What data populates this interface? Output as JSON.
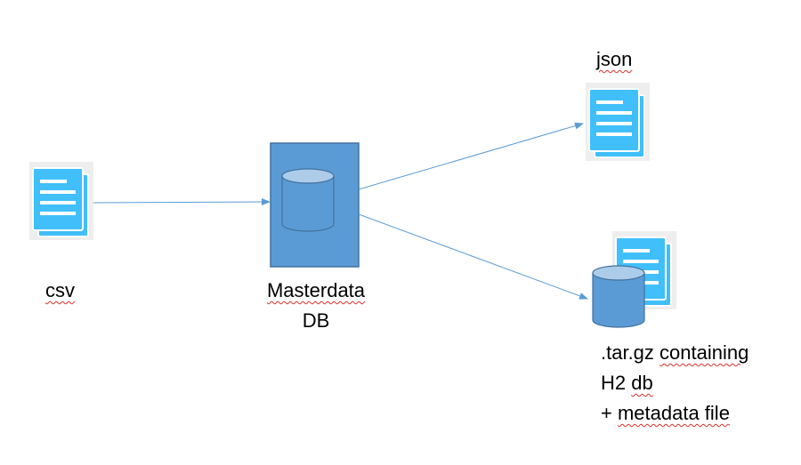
{
  "colors": {
    "doc_icon": "#40BFFB",
    "doc_icon_back": "#40BFFB",
    "doc_icon_frame": "#EEEEEE",
    "db_box_fill": "#5B9BD5",
    "db_box_stroke": "#41719C",
    "cylinder_fill": "#5B9BD5",
    "cylinder_top": "#ADCCEA",
    "arrow": "#5B9BD5",
    "text": "#000000"
  },
  "icons": {
    "csv_file": "document-icon",
    "json_file": "document-icon",
    "masterdata_db": "database-icon",
    "archive_db": "database-icon",
    "archive_file": "document-icon"
  },
  "nodes": {
    "csv": {
      "label": "csv"
    },
    "masterdata": {
      "label_line1": "Masterdata",
      "label_line2": "DB"
    },
    "json": {
      "label": "json"
    },
    "archive": {
      "label_line1_prefix": ".tar.gz ",
      "label_line1_word": "containing",
      "label_line2_prefix": "H2 ",
      "label_line2_word": "db",
      "label_line3_prefix": "+ ",
      "label_line3_word": "metadata file"
    }
  }
}
